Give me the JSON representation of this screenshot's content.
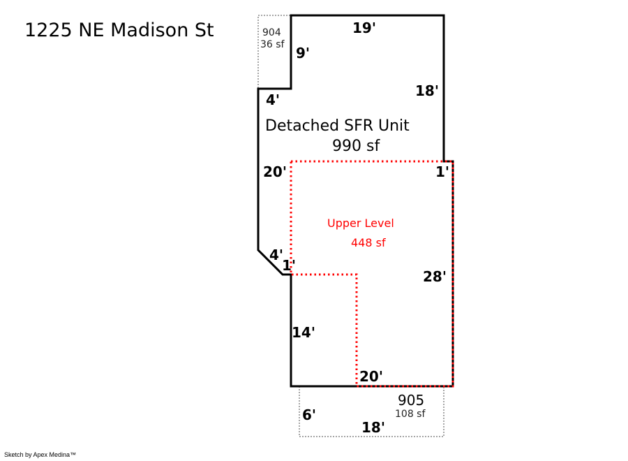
{
  "title": "1225 NE Madison St",
  "credit": "Sketch by Apex Medina™",
  "colors": {
    "outline": "#000000",
    "upper_level": "#ff0000",
    "addon": "#888888"
  },
  "main_area": {
    "name": "Detached SFR Unit",
    "area": "990 sf"
  },
  "upper_level": {
    "name": "Upper Level",
    "area": "448 sf"
  },
  "addon_904": {
    "code": "904",
    "area": "36 sf"
  },
  "addon_905": {
    "code": "905",
    "area": "108 sf"
  },
  "dimensions": {
    "top": "19'",
    "notch_vertical": "9'",
    "right_upper": "18'",
    "notch_horizontal": "4'",
    "left": "20'",
    "right_step": "1'",
    "diagonal": "4'",
    "inner_step": "1'",
    "right_lower": "28'",
    "left_lower": "14'",
    "bottom": "20'",
    "addon_side": "6'",
    "addon_bottom": "18'"
  }
}
